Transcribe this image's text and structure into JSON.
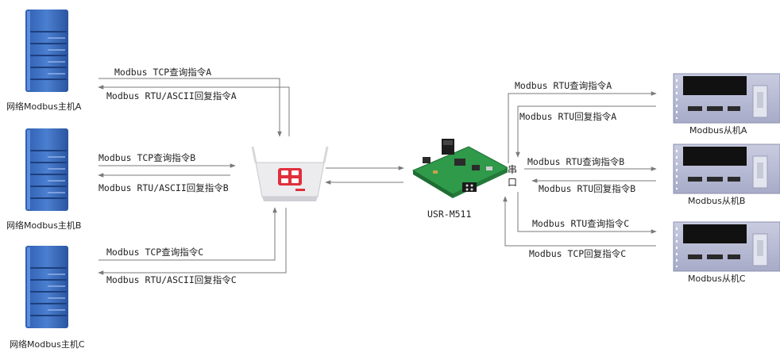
{
  "masters": [
    {
      "label": "网络Modbus主机A"
    },
    {
      "label": "网络Modbus主机B"
    },
    {
      "label": "网络Modbus主机C"
    }
  ],
  "slaves": [
    {
      "label": "Modbus从机A"
    },
    {
      "label": "Modbus从机B"
    },
    {
      "label": "Modbus从机C"
    }
  ],
  "center": {
    "label": "USR-M511"
  },
  "serial_port": {
    "label": "串口"
  },
  "left_messages": {
    "a_query": "Modbus TCP查询指令A",
    "a_reply": "Modbus RTU/ASCII回复指令A",
    "b_query": "Modbus TCP查询指令B",
    "b_reply": "Modbus RTU/ASCII回复指令B",
    "c_query": "Modbus TCP查询指令C",
    "c_reply": "Modbus RTU/ASCII回复指令C"
  },
  "right_messages": {
    "a_query": "Modbus RTU查询指令A",
    "a_reply": "Modbus RTU回复指令A",
    "b_query": "Modbus RTU查询指令B",
    "b_reply": "Modbus RTU回复指令B",
    "c_query": "Modbus RTU查询指令C",
    "c_reply": "Modbus TCP回复指令C"
  },
  "colors": {
    "server": "#3f6fbf",
    "server_dark": "#1d3f7e",
    "line": "#7a7a7a",
    "router": "#e8e8ec",
    "router_logo": "#e0303c",
    "board": "#2f9a4a",
    "slave_body": "#b9bdd6",
    "slave_screen": "#111111"
  }
}
